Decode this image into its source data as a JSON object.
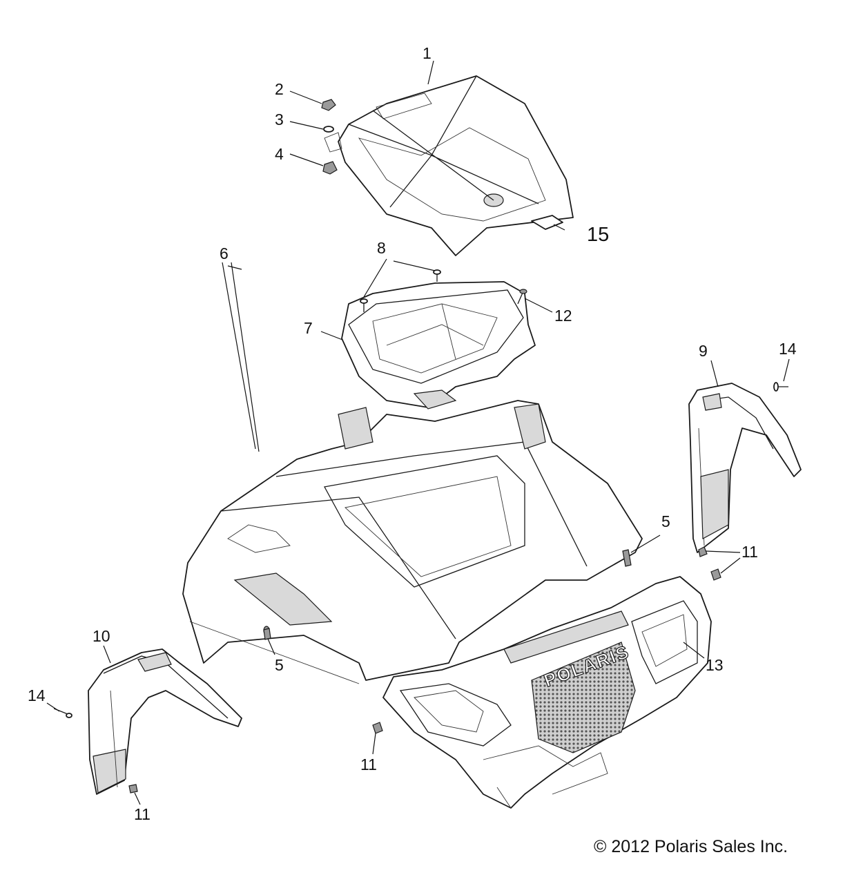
{
  "callouts": {
    "c1": "1",
    "c2": "2",
    "c3": "3",
    "c4": "4",
    "c5a": "5",
    "c5b": "5",
    "c6": "6",
    "c7": "7",
    "c8": "8",
    "c9": "9",
    "c10": "10",
    "c11a": "11",
    "c11b": "11",
    "c11c": "11",
    "c12": "12",
    "c13": "13",
    "c14a": "14",
    "c14b": "14",
    "c15": "15"
  },
  "copyright": "© 2012 Polaris Sales Inc.",
  "brand_mark": "POLARIS"
}
